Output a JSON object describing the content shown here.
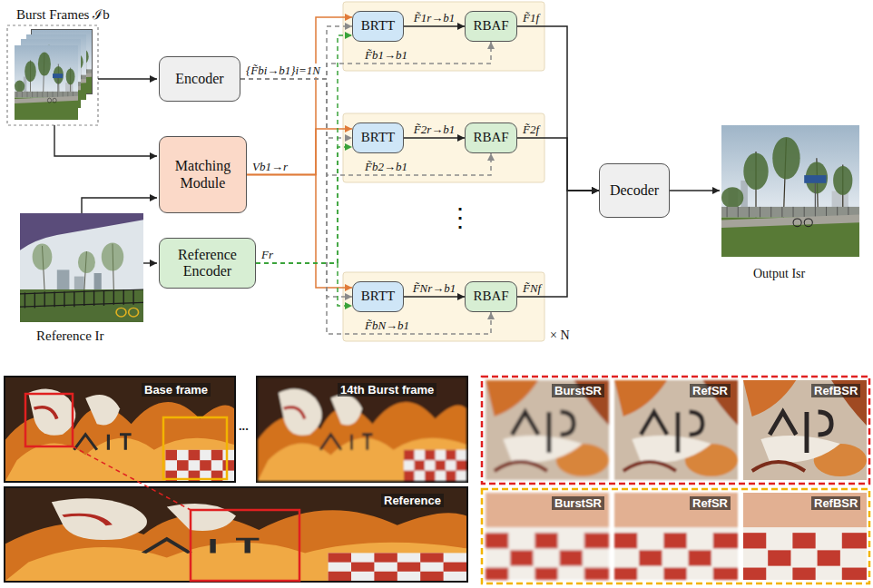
{
  "diagram": {
    "nodes": [
      {
        "text": [
          "Encoder"
        ]
      },
      {
        "text": [
          "Matching Module"
        ]
      },
      {
        "text": [
          "Reference Encoder"
        ]
      },
      {
        "text": [
          "BRTT"
        ]
      },
      {
        "text": [
          "RBAF"
        ]
      },
      {
        "text": [
          "BRTT"
        ]
      },
      {
        "text": [
          "RBAF"
        ]
      },
      {
        "text": [
          "BRTT"
        ]
      },
      {
        "text": [
          "RBAF"
        ]
      },
      {
        "text": [
          "Decoder"
        ]
      }
    ],
    "edges": [
      {
        "from": 0,
        "to": 3,
        "arrow": "to",
        "label": "{F̃bi→b1}i=1N"
      },
      {
        "from": 0,
        "to": 5,
        "arrow": "to"
      },
      {
        "from": 0,
        "to": 7,
        "arrow": "to"
      },
      {
        "from": 1,
        "to": 3,
        "arrow": "to",
        "label": "Vb1→r"
      },
      {
        "from": 1,
        "to": 5,
        "arrow": "to"
      },
      {
        "from": 1,
        "to": 7,
        "arrow": "to"
      },
      {
        "from": 2,
        "to": 3,
        "arrow": "to",
        "label": "Fr"
      },
      {
        "from": 2,
        "to": 5,
        "arrow": "to"
      },
      {
        "from": 2,
        "to": 7,
        "arrow": "to"
      },
      {
        "from": 3,
        "to": 4,
        "arrow": "to",
        "label": "F̃1r→b1"
      },
      {
        "from": 5,
        "to": 6,
        "arrow": "to",
        "label": "F̃2r→b1"
      },
      {
        "from": 7,
        "to": 8,
        "arrow": "to",
        "label": "F̃Nr→b1"
      },
      {
        "from": 0,
        "to": 4,
        "arrow": "to",
        "label": "F̃b1→b1"
      },
      {
        "from": 0,
        "to": 6,
        "arrow": "to",
        "label": "F̃b2→b1"
      },
      {
        "from": 0,
        "to": 8,
        "arrow": "to",
        "label": "F̃bN→b1"
      },
      {
        "from": 4,
        "to": 9,
        "arrow": "to",
        "label": "F̃1f"
      },
      {
        "from": 6,
        "to": 9,
        "arrow": "to",
        "label": "F̃2f"
      },
      {
        "from": 8,
        "to": 9,
        "arrow": "to",
        "label": "F̃Nf"
      }
    ],
    "labels": [
      "Burst Frames ℐb",
      "Reference Ir",
      "Output Isr",
      "⋮",
      "× N",
      "Base frame",
      "...",
      "14th Burst frame",
      "Reference",
      "BurstSR",
      "RefSR",
      "RefBSR",
      "BurstSR",
      "RefSR",
      "RefBSR"
    ]
  }
}
